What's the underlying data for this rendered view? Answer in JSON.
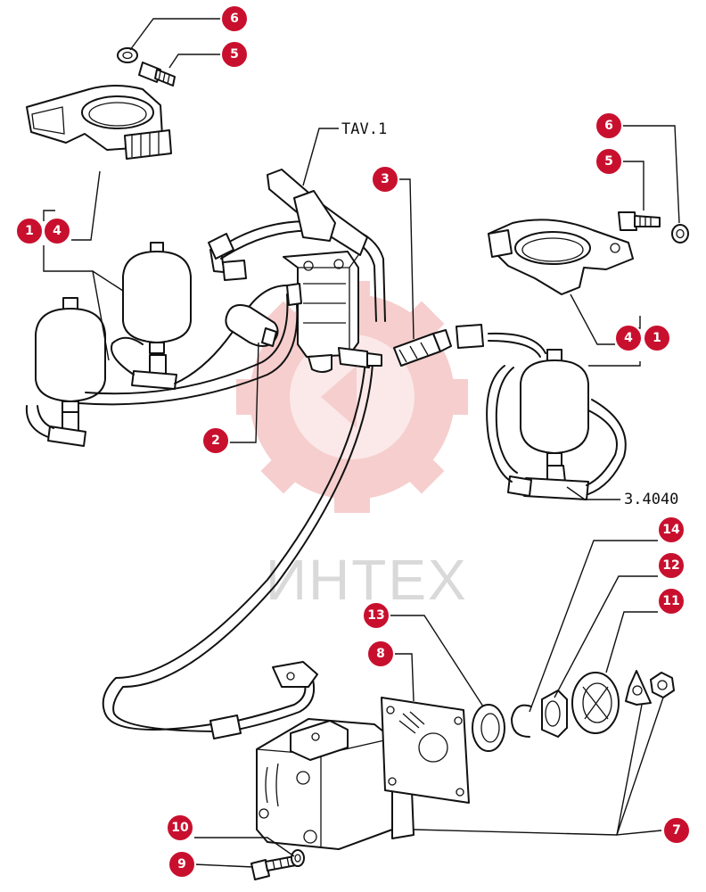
{
  "watermark": {
    "text": "ИНТЕХ",
    "color": "#f6c9c9"
  },
  "references": {
    "tav": "TAV.1",
    "ref2": "3.4040"
  },
  "callout_color": "#c8102e",
  "callouts": [
    {
      "id": "c6a",
      "label": "6"
    },
    {
      "id": "c5a",
      "label": "5"
    },
    {
      "id": "c1a",
      "label": "1"
    },
    {
      "id": "c4a",
      "label": "4"
    },
    {
      "id": "c3",
      "label": "3"
    },
    {
      "id": "c6b",
      "label": "6"
    },
    {
      "id": "c5b",
      "label": "5"
    },
    {
      "id": "c4b",
      "label": "4"
    },
    {
      "id": "c1b",
      "label": "1"
    },
    {
      "id": "c2",
      "label": "2"
    },
    {
      "id": "c14",
      "label": "14"
    },
    {
      "id": "c12",
      "label": "12"
    },
    {
      "id": "c11",
      "label": "11"
    },
    {
      "id": "c13",
      "label": "13"
    },
    {
      "id": "c8",
      "label": "8"
    },
    {
      "id": "c7",
      "label": "7"
    },
    {
      "id": "c10",
      "label": "10"
    },
    {
      "id": "c9",
      "label": "9"
    }
  ]
}
